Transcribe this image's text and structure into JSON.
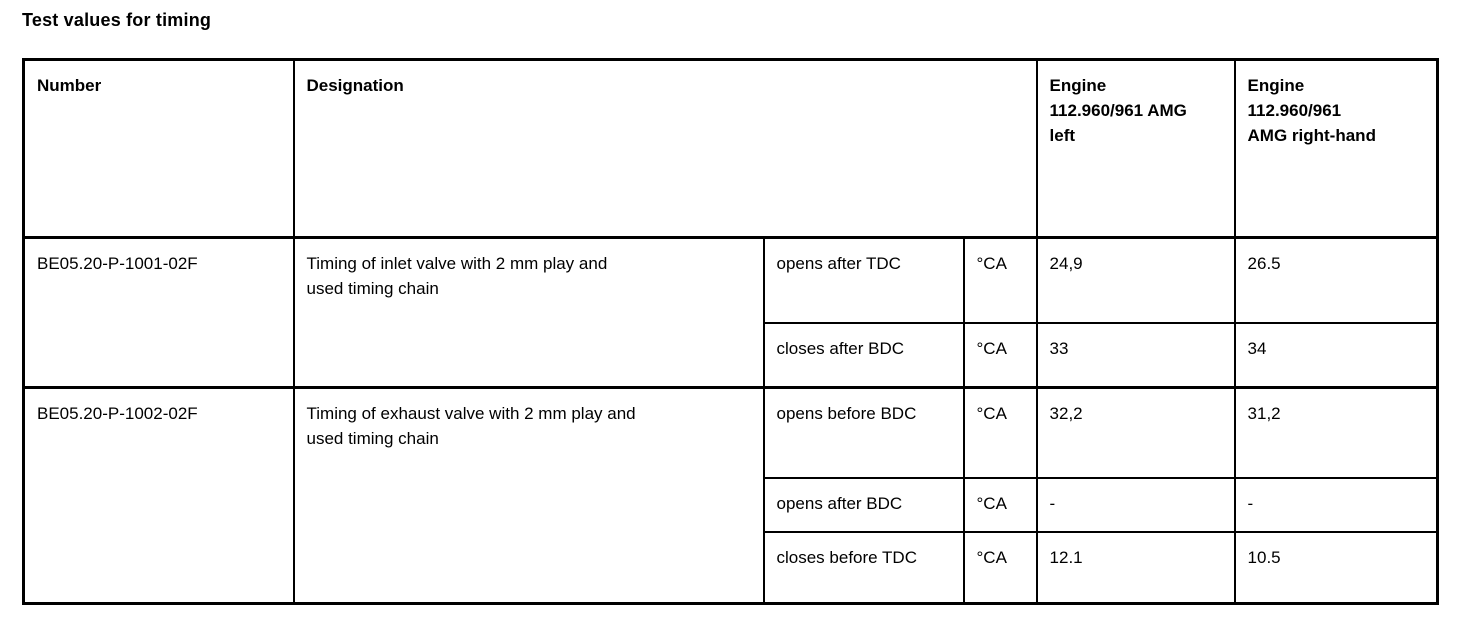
{
  "title": "Test values for timing",
  "table": {
    "headers": {
      "number": "Number",
      "designation": "Designation",
      "engine_left": "Engine\n112.960/961 AMG\nleft",
      "engine_right": "Engine\n112.960/961\nAMG right-hand"
    },
    "groups": [
      {
        "number": "BE05.20-P-1001-02F",
        "designation": "Timing of inlet valve with 2 mm play and\nused timing chain",
        "rows": [
          {
            "condition": "opens after TDC",
            "unit": "°CA",
            "engine_left": "24,9",
            "engine_right": "26.5"
          },
          {
            "condition": "closes after BDC",
            "unit": "°CA",
            "engine_left": "33",
            "engine_right": "34"
          }
        ]
      },
      {
        "number": "BE05.20-P-1002-02F",
        "designation": "Timing of exhaust valve with 2 mm play and\nused timing chain",
        "rows": [
          {
            "condition": "opens before BDC",
            "unit": "°CA",
            "engine_left": "32,2",
            "engine_right": "31,2"
          },
          {
            "condition": "opens after BDC",
            "unit": "°CA",
            "engine_left": "-",
            "engine_right": "-"
          },
          {
            "condition": "closes before TDC",
            "unit": "°CA",
            "engine_left": "12.1",
            "engine_right": "10.5"
          }
        ]
      }
    ]
  }
}
